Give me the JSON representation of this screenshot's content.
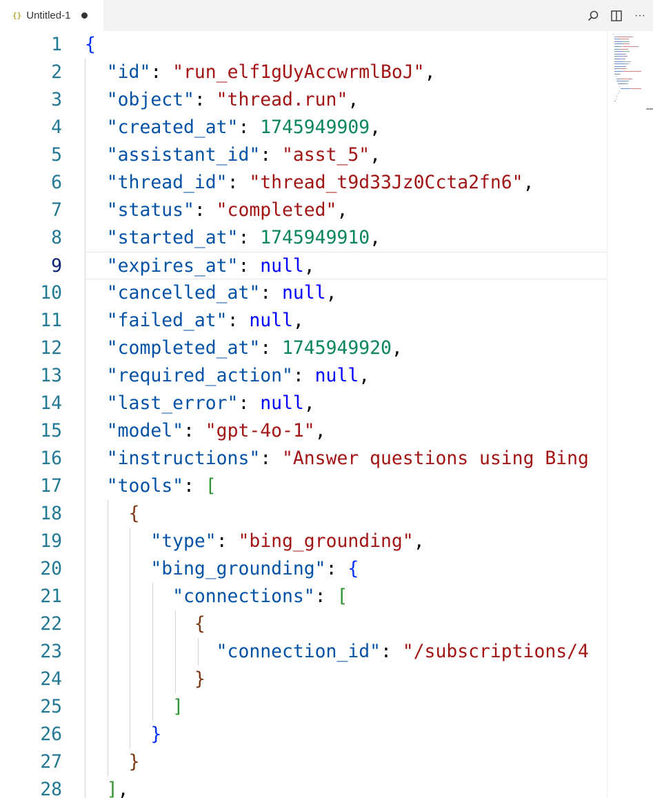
{
  "tab": {
    "title": "Untitled-1",
    "icon": "{}"
  },
  "actions": {
    "search": "⌕",
    "split": "◫",
    "more": "···"
  },
  "lines": [
    {
      "n": "1",
      "t": [
        [
          "b1",
          "{"
        ]
      ]
    },
    {
      "n": "2",
      "t": [
        [
          "p",
          "  "
        ],
        [
          "k",
          "\"id\""
        ],
        [
          "p",
          ": "
        ],
        [
          "s",
          "\"run_elf1gUyAccwrmlBoJ\""
        ],
        [
          "p",
          ","
        ]
      ]
    },
    {
      "n": "3",
      "t": [
        [
          "p",
          "  "
        ],
        [
          "k",
          "\"object\""
        ],
        [
          "p",
          ": "
        ],
        [
          "s",
          "\"thread.run\""
        ],
        [
          "p",
          ","
        ]
      ]
    },
    {
      "n": "4",
      "t": [
        [
          "p",
          "  "
        ],
        [
          "k",
          "\"created_at\""
        ],
        [
          "p",
          ": "
        ],
        [
          "n",
          "1745949909"
        ],
        [
          "p",
          ","
        ]
      ]
    },
    {
      "n": "5",
      "t": [
        [
          "p",
          "  "
        ],
        [
          "k",
          "\"assistant_id\""
        ],
        [
          "p",
          ": "
        ],
        [
          "s",
          "\"asst_5\""
        ],
        [
          "p",
          ","
        ]
      ]
    },
    {
      "n": "6",
      "t": [
        [
          "p",
          "  "
        ],
        [
          "k",
          "\"thread_id\""
        ],
        [
          "p",
          ": "
        ],
        [
          "s",
          "\"thread_t9d33Jz0Ccta2fn6\""
        ],
        [
          "p",
          ","
        ]
      ]
    },
    {
      "n": "7",
      "t": [
        [
          "p",
          "  "
        ],
        [
          "k",
          "\"status\""
        ],
        [
          "p",
          ": "
        ],
        [
          "s",
          "\"completed\""
        ],
        [
          "p",
          ","
        ]
      ]
    },
    {
      "n": "8",
      "t": [
        [
          "p",
          "  "
        ],
        [
          "k",
          "\"started_at\""
        ],
        [
          "p",
          ": "
        ],
        [
          "n",
          "1745949910"
        ],
        [
          "p",
          ","
        ]
      ]
    },
    {
      "n": "9",
      "t": [
        [
          "p",
          "  "
        ],
        [
          "k",
          "\"expires_at\""
        ],
        [
          "p",
          ": "
        ],
        [
          "kw",
          "null"
        ],
        [
          "p",
          ","
        ]
      ]
    },
    {
      "n": "10",
      "t": [
        [
          "p",
          "  "
        ],
        [
          "k",
          "\"cancelled_at\""
        ],
        [
          "p",
          ": "
        ],
        [
          "kw",
          "null"
        ],
        [
          "p",
          ","
        ]
      ]
    },
    {
      "n": "11",
      "t": [
        [
          "p",
          "  "
        ],
        [
          "k",
          "\"failed_at\""
        ],
        [
          "p",
          ": "
        ],
        [
          "kw",
          "null"
        ],
        [
          "p",
          ","
        ]
      ]
    },
    {
      "n": "12",
      "t": [
        [
          "p",
          "  "
        ],
        [
          "k",
          "\"completed_at\""
        ],
        [
          "p",
          ": "
        ],
        [
          "n",
          "1745949920"
        ],
        [
          "p",
          ","
        ]
      ]
    },
    {
      "n": "13",
      "t": [
        [
          "p",
          "  "
        ],
        [
          "k",
          "\"required_action\""
        ],
        [
          "p",
          ": "
        ],
        [
          "kw",
          "null"
        ],
        [
          "p",
          ","
        ]
      ]
    },
    {
      "n": "14",
      "t": [
        [
          "p",
          "  "
        ],
        [
          "k",
          "\"last_error\""
        ],
        [
          "p",
          ": "
        ],
        [
          "kw",
          "null"
        ],
        [
          "p",
          ","
        ]
      ]
    },
    {
      "n": "15",
      "t": [
        [
          "p",
          "  "
        ],
        [
          "k",
          "\"model\""
        ],
        [
          "p",
          ": "
        ],
        [
          "s",
          "\"gpt-4o-1\""
        ],
        [
          "p",
          ","
        ]
      ]
    },
    {
      "n": "16",
      "t": [
        [
          "p",
          "  "
        ],
        [
          "k",
          "\"instructions\""
        ],
        [
          "p",
          ": "
        ],
        [
          "s",
          "\"Answer questions using Bing"
        ]
      ]
    },
    {
      "n": "17",
      "t": [
        [
          "p",
          "  "
        ],
        [
          "k",
          "\"tools\""
        ],
        [
          "p",
          ": "
        ],
        [
          "b2",
          "["
        ]
      ]
    },
    {
      "n": "18",
      "t": [
        [
          "p",
          "    "
        ],
        [
          "b3",
          "{"
        ]
      ]
    },
    {
      "n": "19",
      "t": [
        [
          "p",
          "      "
        ],
        [
          "k",
          "\"type\""
        ],
        [
          "p",
          ": "
        ],
        [
          "s",
          "\"bing_grounding\""
        ],
        [
          "p",
          ","
        ]
      ]
    },
    {
      "n": "20",
      "t": [
        [
          "p",
          "      "
        ],
        [
          "k",
          "\"bing_grounding\""
        ],
        [
          "p",
          ": "
        ],
        [
          "b1",
          "{"
        ]
      ]
    },
    {
      "n": "21",
      "t": [
        [
          "p",
          "        "
        ],
        [
          "k",
          "\"connections\""
        ],
        [
          "p",
          ": "
        ],
        [
          "b2",
          "["
        ]
      ]
    },
    {
      "n": "22",
      "t": [
        [
          "p",
          "          "
        ],
        [
          "b3",
          "{"
        ]
      ]
    },
    {
      "n": "23",
      "t": [
        [
          "p",
          "            "
        ],
        [
          "k",
          "\"connection_id\""
        ],
        [
          "p",
          ": "
        ],
        [
          "s",
          "\"/subscriptions/4"
        ]
      ]
    },
    {
      "n": "24",
      "t": [
        [
          "p",
          "          "
        ],
        [
          "b3",
          "}"
        ]
      ]
    },
    {
      "n": "25",
      "t": [
        [
          "p",
          "        "
        ],
        [
          "b2",
          "]"
        ]
      ]
    },
    {
      "n": "26",
      "t": [
        [
          "p",
          "      "
        ],
        [
          "b1",
          "}"
        ]
      ]
    },
    {
      "n": "27",
      "t": [
        [
          "p",
          "    "
        ],
        [
          "b3",
          "}"
        ]
      ]
    },
    {
      "n": "28",
      "t": [
        [
          "p",
          "  "
        ],
        [
          "b2",
          "]"
        ],
        [
          "p",
          ","
        ]
      ]
    }
  ],
  "current_line": "9"
}
